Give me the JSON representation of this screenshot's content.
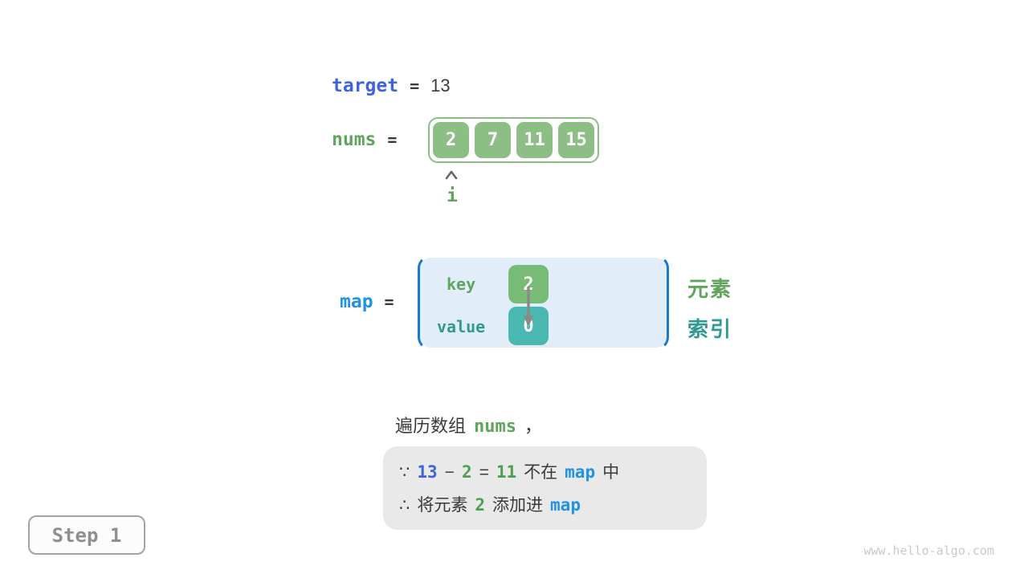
{
  "colors": {
    "royal_blue": "#3d63dd",
    "bright_blue": "#2093e6",
    "green_text": "#5fa55c",
    "green_num": "#4e9e50",
    "cell_green": "#8cbe86",
    "key_green": "#78bb76",
    "teal_fill": "#48b8b0",
    "teal_text": "#2f9a8f",
    "map_fill": "#e1eef9",
    "map_border": "#1a79c8",
    "dark": "#3a3a3a",
    "gray_box": "#e9e9e9",
    "step_gray": "#8f8f8f",
    "step_border": "#a3a3a3",
    "arrow_gray": "#8a8a8a",
    "watermark": "#c9c9c9"
  },
  "target_line": {
    "name": "target",
    "equals": "=",
    "value": "13"
  },
  "nums_line": {
    "name": "nums",
    "equals": "=",
    "cells": [
      "2",
      "7",
      "11",
      "15"
    ],
    "pointer_label": "i"
  },
  "map_line": {
    "name": "map",
    "equals": "=",
    "key_label": "key",
    "key_value": "2",
    "value_label": "value",
    "value_value": "0"
  },
  "side_labels": {
    "element": "元素",
    "index": "索引"
  },
  "caption": {
    "prefix": "遍历数组",
    "code": "nums",
    "suffix": "，"
  },
  "reasoning": {
    "line1": [
      "∵",
      "13",
      "−",
      "2",
      "=",
      "11",
      "不在",
      "map",
      "中"
    ],
    "line2": [
      "∴",
      "将元素",
      "2",
      "添加进",
      "map"
    ]
  },
  "step_badge": "Step 1",
  "watermark": "www.hello-algo.com"
}
